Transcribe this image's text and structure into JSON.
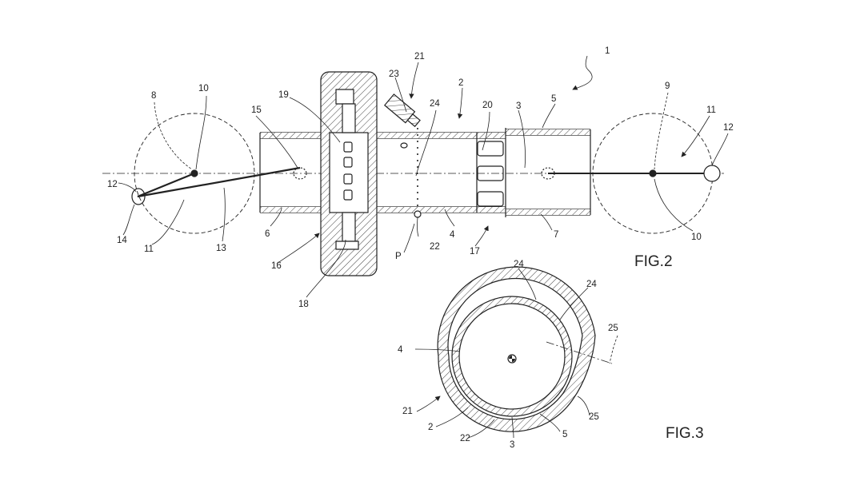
{
  "figures": {
    "fig2": "FIG.2",
    "fig3": "FIG.3"
  },
  "labels": {
    "l1": "1",
    "l2": "2",
    "l3": "3",
    "l4": "4",
    "l5": "5",
    "l6": "6",
    "l7": "7",
    "l8": "8",
    "l9": "9",
    "l10_left": "10",
    "l10_right": "10",
    "l11_left": "11",
    "l11_right": "11",
    "l12_left": "12",
    "l12_right": "12",
    "l13": "13",
    "l14": "14",
    "l15": "15",
    "l16": "16",
    "l17": "17",
    "l18": "18",
    "l19": "19",
    "l20": "20",
    "l21": "21",
    "l22": "22",
    "l23": "23",
    "l24": "24",
    "lP": "P"
  },
  "labels_fig3": {
    "l24_a": "24",
    "l24_b": "24",
    "l25_a": "25",
    "l25_b": "25",
    "l4": "4",
    "l21": "21",
    "l2": "2",
    "l22": "22",
    "l3": "3",
    "l5": "5"
  }
}
